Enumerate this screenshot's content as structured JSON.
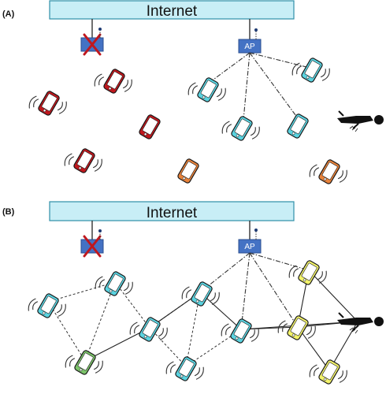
{
  "panel_a": {
    "label": "(A)",
    "internet_label": "Internet",
    "ap_label": "AP",
    "ap_status": "online",
    "failed_ap_status": "failed",
    "link_style": "dash-dot",
    "phone_colors": {
      "connected": "#5ad3e0",
      "disconnected": "#c0181e",
      "low_battery": "#e8823a"
    }
  },
  "panel_b": {
    "label": "(B)",
    "internet_label": "Internet",
    "ap_label": "AP",
    "ap_status": "online",
    "failed_ap_status": "failed",
    "phone_colors": {
      "relay": "#5ad3e0",
      "gateway": "#7cc46a",
      "edge": "#f3f36a"
    }
  },
  "colors": {
    "internet_bar": "#c8eef6",
    "internet_border": "#2f8fa8",
    "ap_fill": "#4472c4",
    "ap_border": "#2b4f8f",
    "fail_mark": "#c0181e"
  },
  "icons": {
    "victim": "person-lying-icon",
    "signal": "wifi-signal-icon",
    "failed_ap": "cross-icon",
    "antenna": "antenna-icon"
  }
}
